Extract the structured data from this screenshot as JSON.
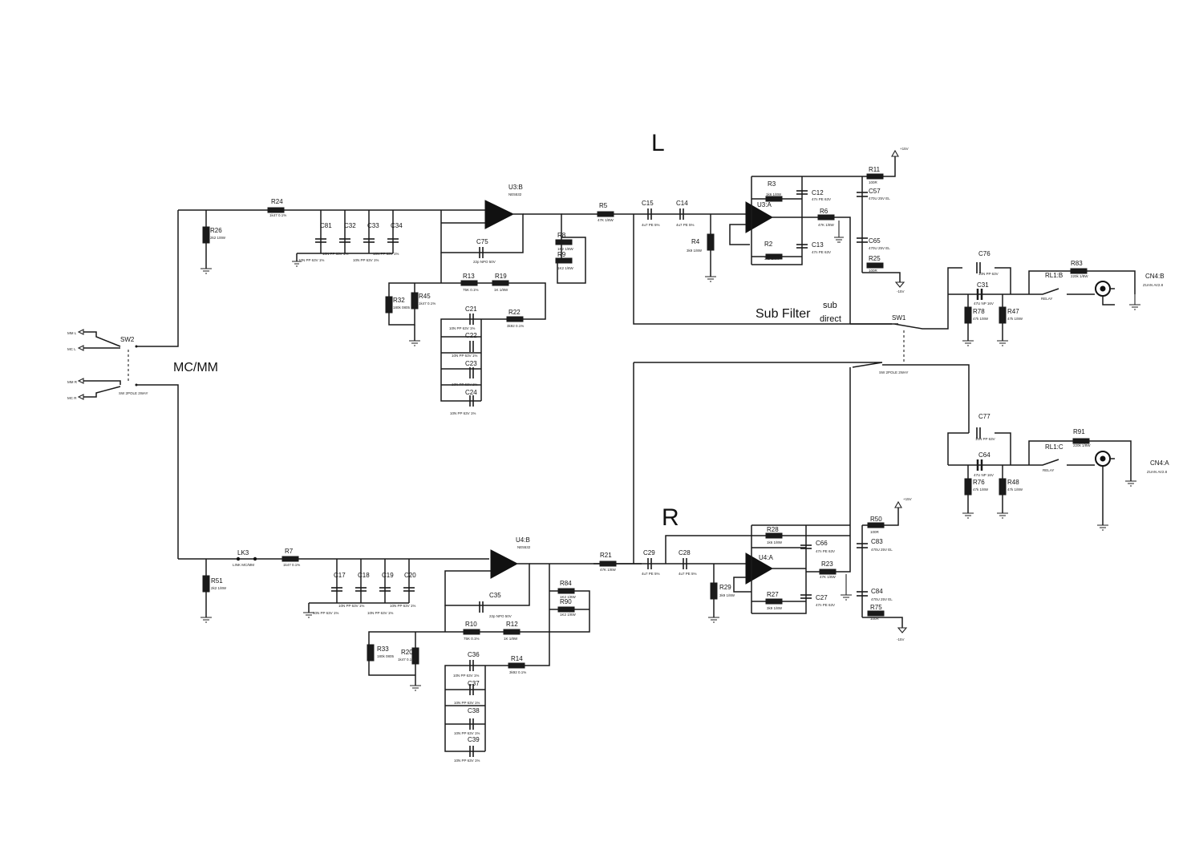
{
  "titles": {
    "left": "L",
    "right": "R"
  },
  "labels": {
    "mcmm": "MC/MM",
    "sub_filter": "Sub Filter",
    "sub": "sub",
    "direct": "direct"
  },
  "inputs": [
    "MM L",
    "MC L",
    "MM R",
    "MC R"
  ],
  "components": {
    "SW2": "SW2",
    "SW2_val": "SW 2POLE 2WAY",
    "R24": "R24",
    "R24_val": "1k47 0.1%",
    "R26": "R26",
    "R26_val": "2k2 1/8W",
    "C81": "C81",
    "C32": "C32",
    "C33": "C33",
    "C34": "C34",
    "C81_val": "10N PP 63V 1%",
    "C32_val": "10N PP 63V 1%",
    "C33_val": "10N PP 63V 1%",
    "C34_val": "10N PP 63V 1%",
    "U3B": "U3:B",
    "U3B_val": "NE5532",
    "C75": "C75",
    "C75_val": "22p NPO 50V",
    "R13": "R13",
    "R13_val": "75K 0.1%",
    "R19": "R19",
    "R19_val": "1K 1/8W",
    "R32": "R32",
    "R32_val": "180k 0805",
    "R45": "R45",
    "R45_val": "1k47 0.1%",
    "C21": "C21",
    "C22": "C22",
    "C23": "C23",
    "C24": "C24",
    "C21_val": "10N PP 63V 1%",
    "C22_val": "10N PP 63V 1%",
    "C23_val": "10N PP 63V 1%",
    "C24_val": "10N PP 63V 1%",
    "R22": "R22",
    "R22_val": "3k92 0.1%",
    "R8": "R8",
    "R8_val": "1K2 1/8W",
    "R9": "R9",
    "R9_val": "1K2 1/8W",
    "R5": "R5",
    "R5_val": "47K 1/8W",
    "C15": "C15",
    "C15_val": "4u7 PE 5%",
    "C14": "C14",
    "C14_val": "4u7 PE 5%",
    "R4": "R4",
    "R4_val": "3k9 1/8W",
    "U3A": "U3:A",
    "R3": "R3",
    "R3_val": "1k6 1/8W",
    "R2": "R2",
    "R2_val": "3k9 1/8W",
    "C12": "C12",
    "C12_val": "47n PE 63V",
    "C13": "C13",
    "C13_val": "47n PE 63V",
    "R6": "R6",
    "R6_val": "47K 1/8W",
    "R11": "R11",
    "R11_val": "100R",
    "C57": "C57",
    "C57_val": "470U 25V EL",
    "C65": "C65",
    "C65_val": "470U 25V EL",
    "R25": "R25",
    "R25_val": "100R",
    "SW1": "SW1",
    "SW1_val": "SW 2POLE 2WAY",
    "C76": "C76",
    "C76_val": "10N PP 63V",
    "C31": "C31",
    "C31_val": "47U NP 16V",
    "R78": "R78",
    "R78_val": "47k 1/8W",
    "R47": "R47",
    "R47_val": "47k 1/8W",
    "RL1B": "RL1:B",
    "relay": "RELAY",
    "R83": "R83",
    "R83_val": "220k 1/8W",
    "CN4B": "CN4:B",
    "CN4B_val": "ZUAN AV2.8",
    "C77": "C77",
    "C77_val": "10N PP 63V",
    "C64": "C64",
    "C64_val": "47U NP 16V",
    "R76": "R76",
    "R76_val": "47k 1/8W",
    "R48": "R48",
    "R48_val": "47k 1/8W",
    "RL1C": "RL1:C",
    "R91": "R91",
    "R91_val": "220k 1/8W",
    "CN4A": "CN4:A",
    "CN4A_val": "ZUAN AV2.8",
    "LK3": "LK3",
    "LK3_val": "LINK MC/MM",
    "R7": "R7",
    "R7_val": "1k47 0.1%",
    "R51": "R51",
    "R51_val": "2k2 1/8W",
    "C17": "C17",
    "C18": "C18",
    "C19": "C19",
    "C20": "C20",
    "C17_val": "10N PP 63V 1%",
    "C18_val": "10N PP 63V 1%",
    "C19_val": "10N PP 63V 1%",
    "C20_val": "10N PP 63V 1%",
    "U4B": "U4:B",
    "U4B_val": "NE5532",
    "C35": "C35",
    "C35_val": "22p NPO 50V",
    "R10": "R10",
    "R10_val": "75K 0.1%",
    "R12": "R12",
    "R12_val": "1K 1/8W",
    "R33": "R33",
    "R33_val": "180k 0805",
    "R20": "R20",
    "R20_val": "1k47 0.1%",
    "C36": "C36",
    "C37": "C37",
    "C38": "C38",
    "C39": "C39",
    "C36_val": "10N PP 63V 1%",
    "C37_val": "10N PP 63V 1%",
    "C38_val": "10N PP 63V 1%",
    "C39_val": "10N PP 63V 1%",
    "R14": "R14",
    "R14_val": "3k92 0.1%",
    "R84": "R84",
    "R84_val": "1K2 1/8W",
    "R90": "R90",
    "R90_val": "1K2 1/8W",
    "R21": "R21",
    "R21_val": "47K 1/8W",
    "C29": "C29",
    "C29_val": "4u7 PE 5%",
    "C28": "C28",
    "C28_val": "4u7 PE 5%",
    "R29": "R29",
    "R29_val": "3k9 1/8W",
    "U4A": "U4:A",
    "R28": "R28",
    "R28_val": "1k6 1/8W",
    "R27": "R27",
    "R27_val": "3k9 1/8W",
    "C66": "C66",
    "C66_val": "47n PE 63V",
    "C27": "C27",
    "C27_val": "47n PE 63V",
    "R23": "R23",
    "R23_val": "47K 1/8W",
    "R50": "R50",
    "R50_val": "100R",
    "C83": "C83",
    "C83_val": "470U 25V EL",
    "C84": "C84",
    "C84_val": "470U 25V EL",
    "R75": "R75",
    "R75_val": "100R",
    "pos_rail": "+15V",
    "neg_rail": "-15V"
  }
}
